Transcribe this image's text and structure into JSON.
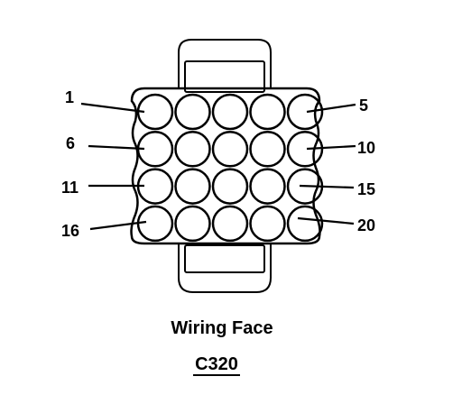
{
  "caption": {
    "title": "Wiring Face",
    "connector_id": "C320"
  },
  "pin_labels": {
    "p1": "1",
    "p5": "5",
    "p6": "6",
    "p10": "10",
    "p11": "11",
    "p15": "15",
    "p16": "16",
    "p20": "20"
  },
  "connector": {
    "rows": 4,
    "cols": 5
  },
  "colors": {
    "ink": "#000000",
    "background": "#ffffff"
  }
}
